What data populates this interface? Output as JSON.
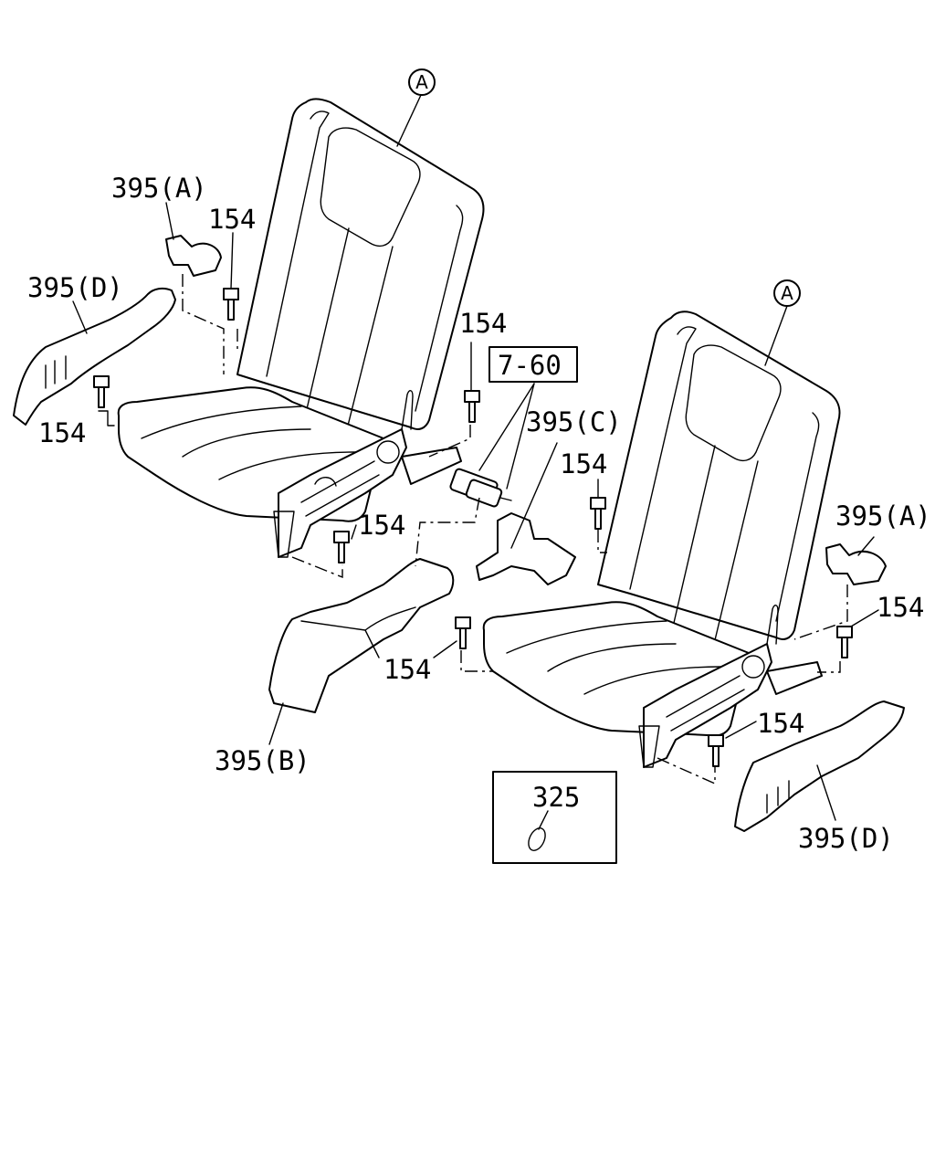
{
  "labels": {
    "circle_a": "A",
    "p395a": "395(A)",
    "p395b": "395(B)",
    "p395c": "395(C)",
    "p395d": "395(D)",
    "p154": "154",
    "ref_7_60": "7-60",
    "p325": "325"
  }
}
